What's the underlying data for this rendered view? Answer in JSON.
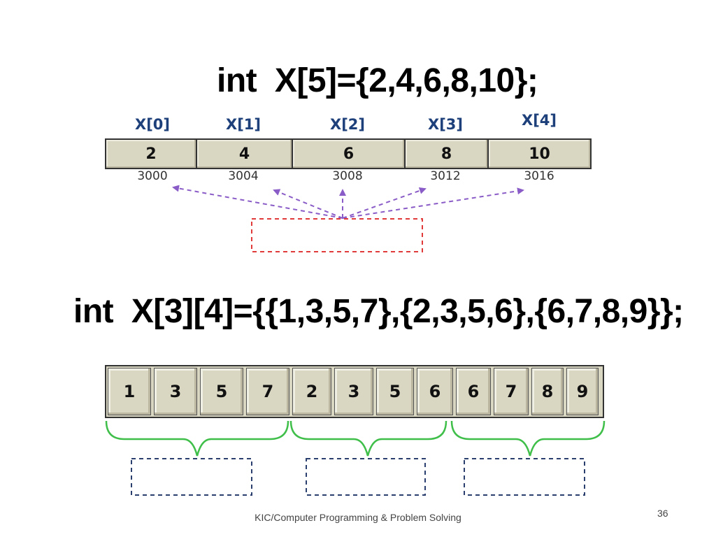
{
  "slide": {
    "code_1d": "int  X[5]={2,4,6,8,10};",
    "code_2d": "int  X[3][4]={{1,3,5,7},{2,3,5,6},{6,7,8,9}};",
    "footer": "KIC/Computer Programming & Problem Solving",
    "page_number": "36"
  },
  "array_1d": {
    "cells": [
      {
        "index": "X[0]",
        "value": "2",
        "address": "3000"
      },
      {
        "index": "X[1]",
        "value": "4",
        "address": "3004"
      },
      {
        "index": "X[2]",
        "value": "6",
        "address": "3008"
      },
      {
        "index": "X[3]",
        "value": "8",
        "address": "3012"
      },
      {
        "index": "X[4]",
        "value": "10",
        "address": "3016"
      }
    ]
  },
  "array_2d": {
    "cells": [
      "1",
      "3",
      "5",
      "7",
      "2",
      "3",
      "5",
      "6",
      "6",
      "7",
      "8",
      "9"
    ],
    "groups": 3
  },
  "colors": {
    "cell_fill": "#d9d6c2",
    "index_text": "#1d3f7a",
    "arrow": "#8a5cc7",
    "red_box": "#e03a3a",
    "blue_box": "#2b3f6e",
    "brace": "#3fbf4a"
  }
}
